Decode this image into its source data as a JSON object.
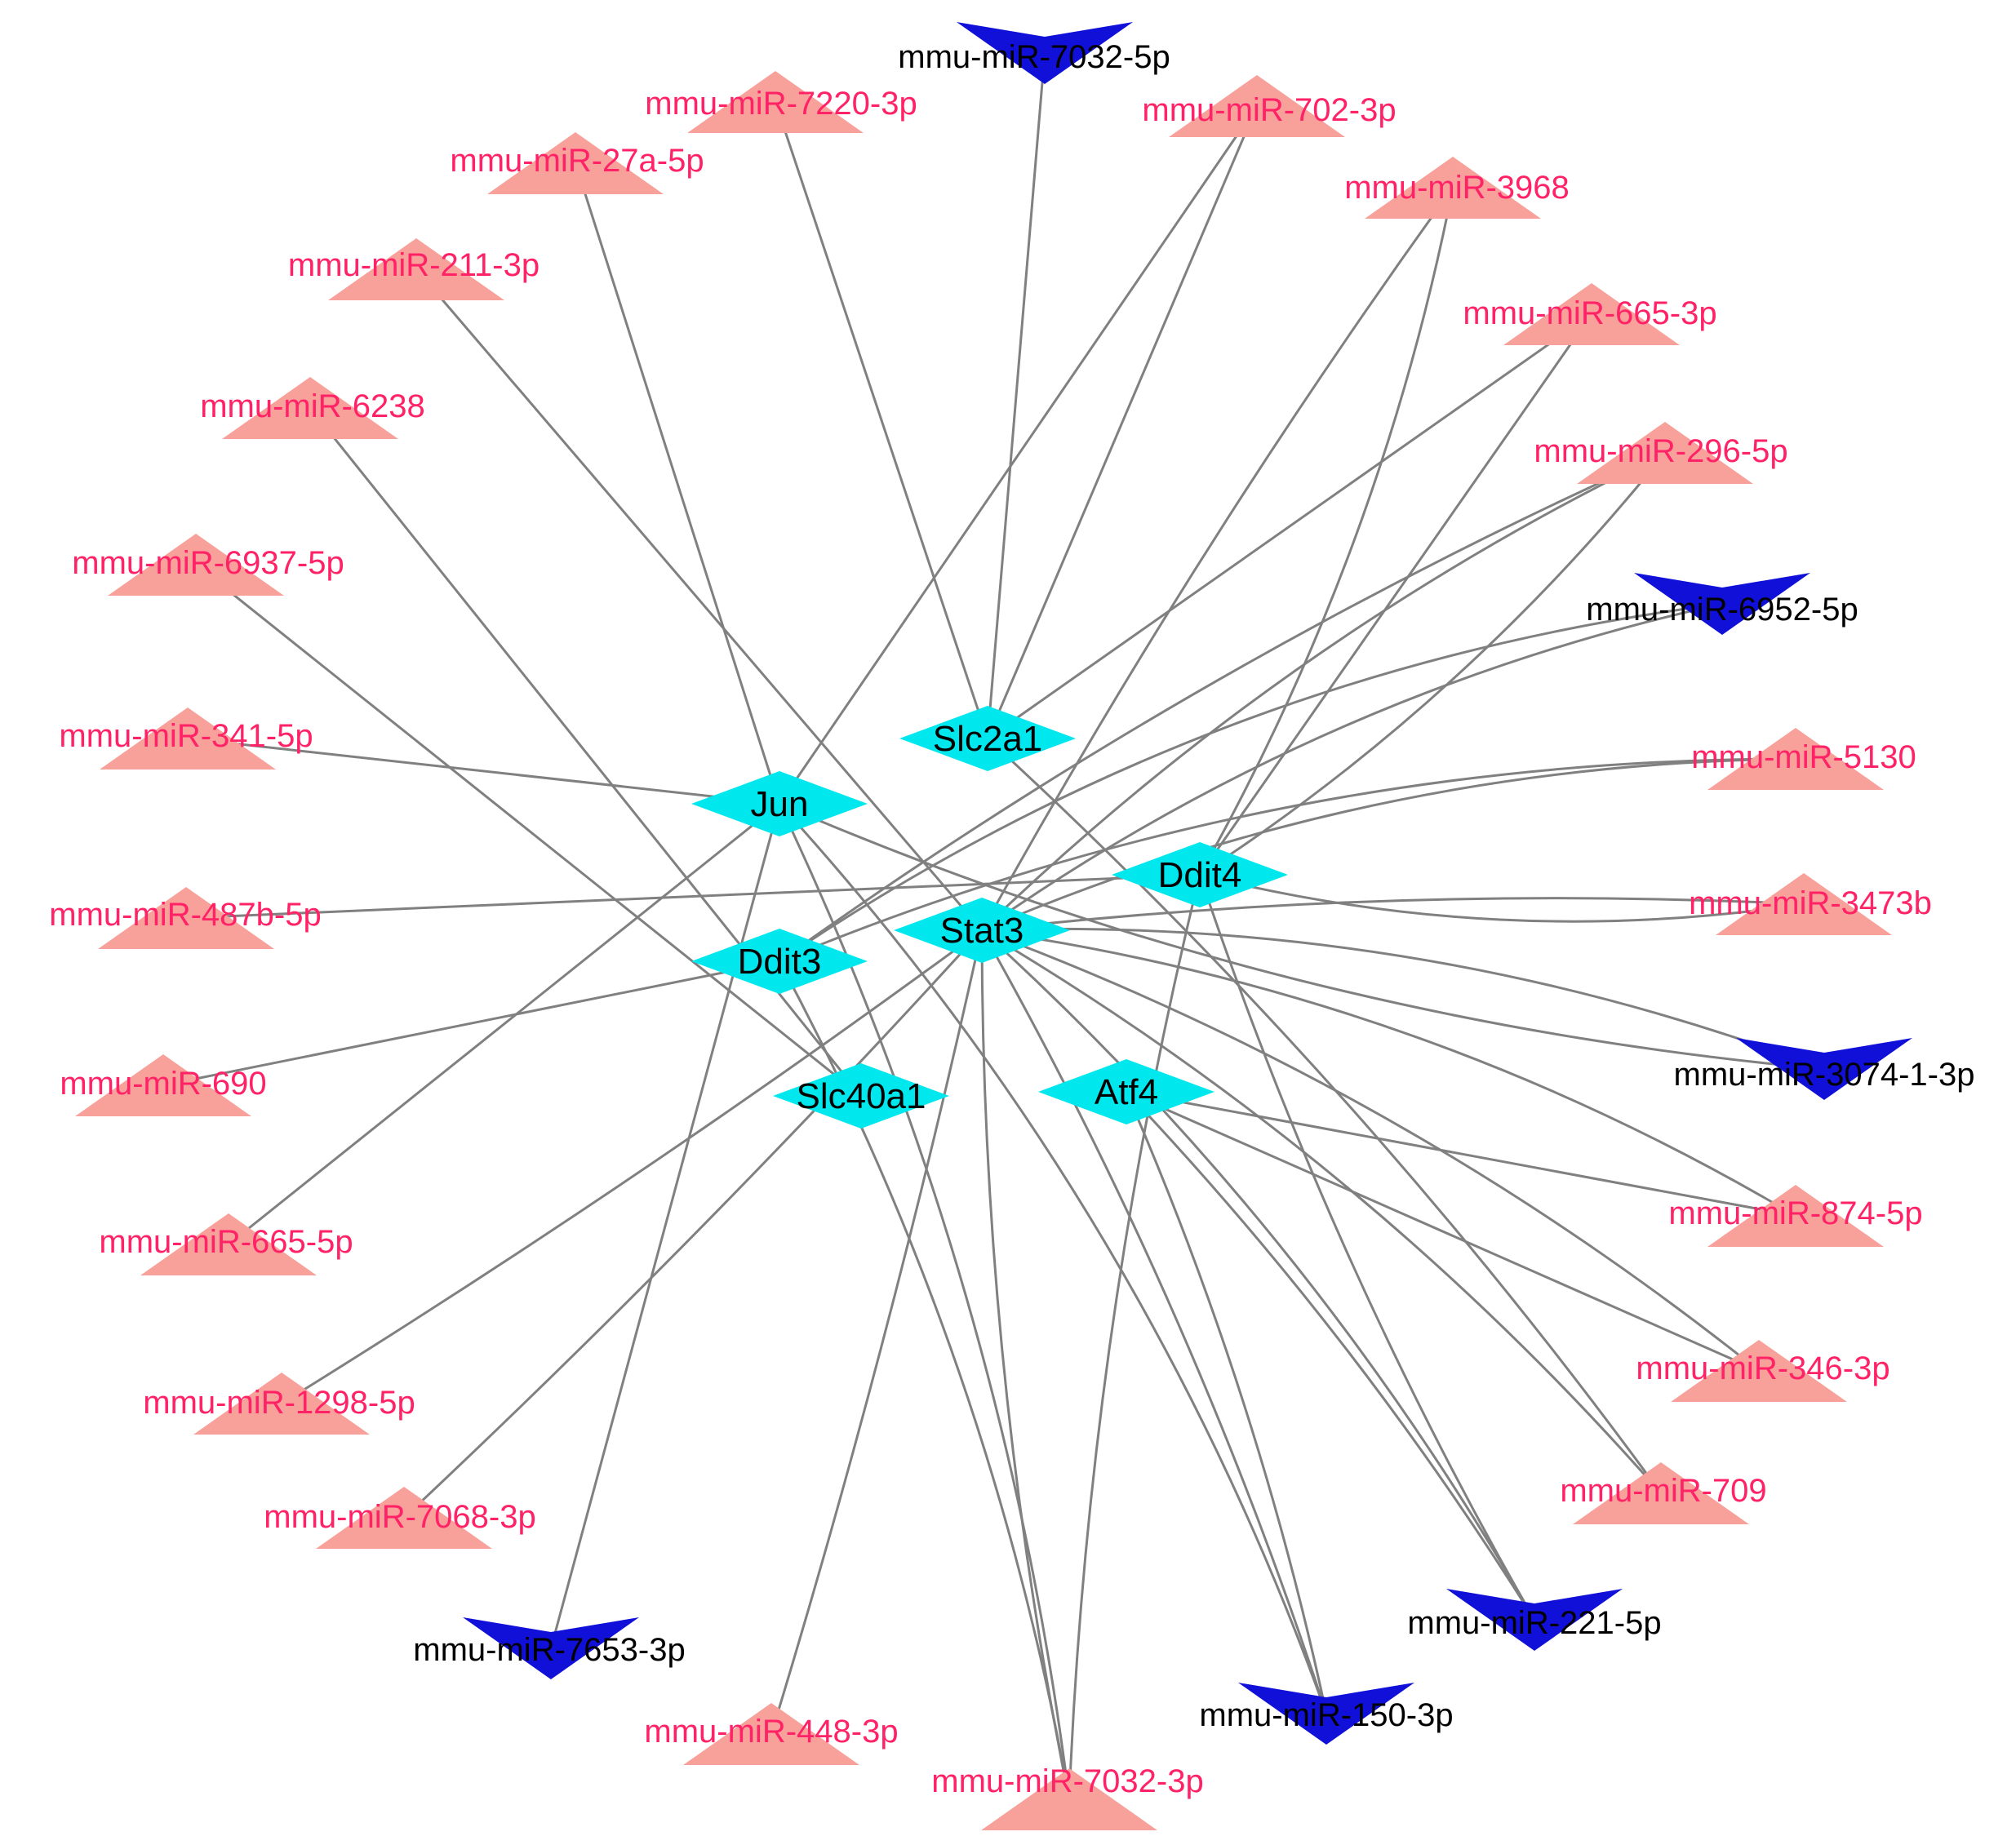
{
  "colors": {
    "upregulated": "#f8a09a",
    "upregulated_text": "#ff2266",
    "downregulated": "#1010d8",
    "downregulated_text": "#000000",
    "gene": "#00e8ee",
    "edge": "#808080"
  },
  "genes": [
    {
      "id": "Slc2a1",
      "label": "Slc2a1"
    },
    {
      "id": "Jun",
      "label": "Jun"
    },
    {
      "id": "Ddit4",
      "label": "Ddit4"
    },
    {
      "id": "Stat3",
      "label": "Stat3"
    },
    {
      "id": "Ddit3",
      "label": "Ddit3"
    },
    {
      "id": "Slc40a1",
      "label": "Slc40a1"
    },
    {
      "id": "Atf4",
      "label": "Atf4"
    }
  ],
  "mirnas": [
    {
      "id": "m7032_5p",
      "label": "mmu-miR-7032-5p",
      "regulation": "down"
    },
    {
      "id": "m7220_3p",
      "label": "mmu-miR-7220-3p",
      "regulation": "up"
    },
    {
      "id": "m702_3p",
      "label": "mmu-miR-702-3p",
      "regulation": "up"
    },
    {
      "id": "m27a_5p",
      "label": "mmu-miR-27a-5p",
      "regulation": "up"
    },
    {
      "id": "m3968",
      "label": "mmu-miR-3968",
      "regulation": "up"
    },
    {
      "id": "m211_3p",
      "label": "mmu-miR-211-3p",
      "regulation": "up"
    },
    {
      "id": "m665_3p",
      "label": "mmu-miR-665-3p",
      "regulation": "up"
    },
    {
      "id": "m6238",
      "label": "mmu-miR-6238",
      "regulation": "up"
    },
    {
      "id": "m296_5p",
      "label": "mmu-miR-296-5p",
      "regulation": "up"
    },
    {
      "id": "m6937_5p",
      "label": "mmu-miR-6937-5p",
      "regulation": "up"
    },
    {
      "id": "m6952_5p",
      "label": "mmu-miR-6952-5p",
      "regulation": "down"
    },
    {
      "id": "m341_5p",
      "label": "mmu-miR-341-5p",
      "regulation": "up"
    },
    {
      "id": "m5130",
      "label": "mmu-miR-5130",
      "regulation": "up"
    },
    {
      "id": "m3473b",
      "label": "mmu-miR-3473b",
      "regulation": "up"
    },
    {
      "id": "m487b_5p",
      "label": "mmu-miR-487b-5p",
      "regulation": "up"
    },
    {
      "id": "m3074_1_3p",
      "label": "mmu-miR-3074-1-3p",
      "regulation": "down"
    },
    {
      "id": "m690",
      "label": "mmu-miR-690",
      "regulation": "up"
    },
    {
      "id": "m874_5p",
      "label": "mmu-miR-874-5p",
      "regulation": "up"
    },
    {
      "id": "m665_5p",
      "label": "mmu-miR-665-5p",
      "regulation": "up"
    },
    {
      "id": "m346_3p",
      "label": "mmu-miR-346-3p",
      "regulation": "up"
    },
    {
      "id": "m1298_5p",
      "label": "mmu-miR-1298-5p",
      "regulation": "up"
    },
    {
      "id": "m709",
      "label": "mmu-miR-709",
      "regulation": "up"
    },
    {
      "id": "m7068_3p",
      "label": "mmu-miR-7068-3p",
      "regulation": "up"
    },
    {
      "id": "m221_5p",
      "label": "mmu-miR-221-5p",
      "regulation": "down"
    },
    {
      "id": "m7653_3p",
      "label": "mmu-miR-7653-3p",
      "regulation": "down"
    },
    {
      "id": "m150_3p",
      "label": "mmu-miR-150-3p",
      "regulation": "down"
    },
    {
      "id": "m448_3p",
      "label": "mmu-miR-448-3p",
      "regulation": "up"
    },
    {
      "id": "m7032_3p",
      "label": "mmu-miR-7032-3p",
      "regulation": "up"
    }
  ],
  "edges": [
    [
      "m7032_5p",
      "Slc2a1"
    ],
    [
      "m7220_3p",
      "Slc2a1"
    ],
    [
      "m702_3p",
      "Slc2a1"
    ],
    [
      "m702_3p",
      "Jun"
    ],
    [
      "m27a_5p",
      "Jun"
    ],
    [
      "m3968",
      "Stat3"
    ],
    [
      "m3968",
      "Ddit4"
    ],
    [
      "m211_3p",
      "Stat3"
    ],
    [
      "m665_3p",
      "Slc2a1"
    ],
    [
      "m665_3p",
      "Ddit4"
    ],
    [
      "m6238",
      "Slc40a1"
    ],
    [
      "m296_5p",
      "Ddit3"
    ],
    [
      "m296_5p",
      "Stat3"
    ],
    [
      "m296_5p",
      "Ddit4"
    ],
    [
      "m6937_5p",
      "Slc40a1"
    ],
    [
      "m6952_5p",
      "Stat3"
    ],
    [
      "m6952_5p",
      "Ddit3"
    ],
    [
      "m341_5p",
      "Jun"
    ],
    [
      "m5130",
      "Stat3"
    ],
    [
      "m5130",
      "Ddit3"
    ],
    [
      "m3473b",
      "Stat3"
    ],
    [
      "m3473b",
      "Ddit4"
    ],
    [
      "m487b_5p",
      "Ddit4"
    ],
    [
      "m3074_1_3p",
      "Stat3"
    ],
    [
      "m3074_1_3p",
      "Jun"
    ],
    [
      "m690",
      "Ddit3"
    ],
    [
      "m874_5p",
      "Stat3"
    ],
    [
      "m874_5p",
      "Atf4"
    ],
    [
      "m665_5p",
      "Jun"
    ],
    [
      "m346_3p",
      "Stat3"
    ],
    [
      "m346_3p",
      "Atf4"
    ],
    [
      "m1298_5p",
      "Stat3"
    ],
    [
      "m709",
      "Stat3"
    ],
    [
      "m709",
      "Slc2a1"
    ],
    [
      "m7068_3p",
      "Stat3"
    ],
    [
      "m221_5p",
      "Stat3"
    ],
    [
      "m221_5p",
      "Ddit4"
    ],
    [
      "m221_5p",
      "Atf4"
    ],
    [
      "m7653_3p",
      "Jun"
    ],
    [
      "m150_3p",
      "Stat3"
    ],
    [
      "m150_3p",
      "Atf4"
    ],
    [
      "m150_3p",
      "Jun"
    ],
    [
      "m448_3p",
      "Stat3"
    ],
    [
      "m7032_3p",
      "Stat3"
    ],
    [
      "m7032_3p",
      "Ddit3"
    ],
    [
      "m7032_3p",
      "Ddit4"
    ],
    [
      "m7032_3p",
      "Jun"
    ]
  ]
}
